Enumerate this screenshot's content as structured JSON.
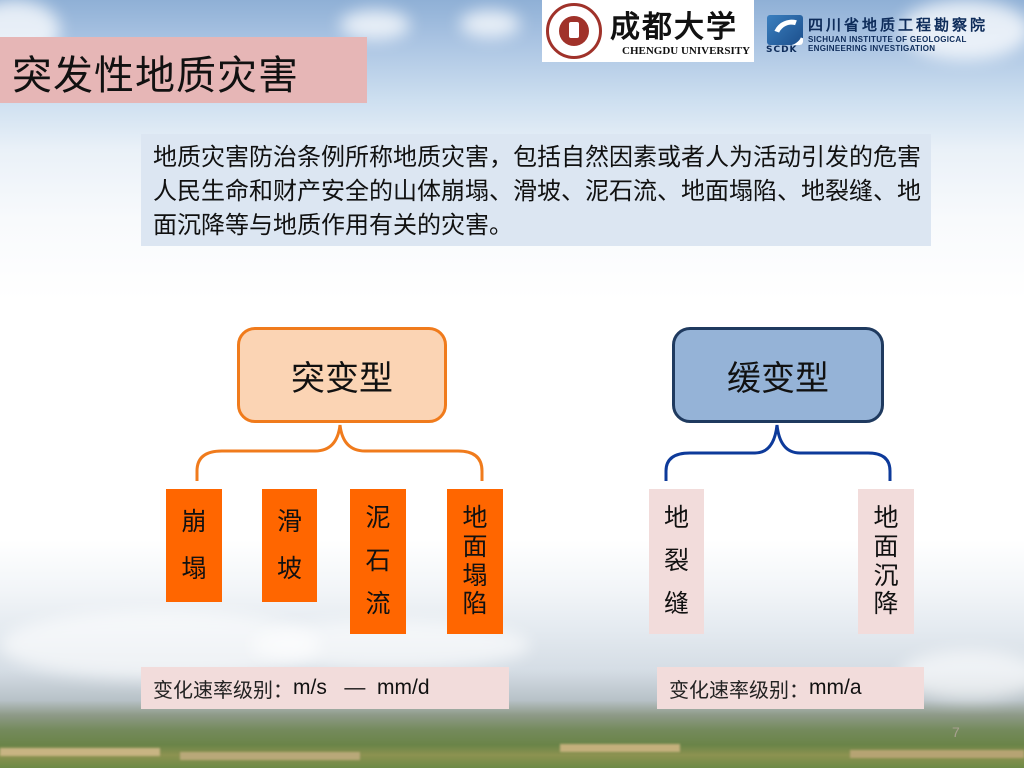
{
  "slide": {
    "title": "突发性地质灾害",
    "page_number": "7"
  },
  "logos": {
    "chengdu_university": {
      "cn": "成都大学",
      "en": "CHENGDU UNIVERSITY"
    },
    "scdk": {
      "cn": "四川省地质工程勘察院",
      "en_line1": "SICHUAN INSTITUTE OF GEOLOGICAL",
      "en_line2": "ENGINEERING INVESTIGATION",
      "abbr": "SCDK"
    }
  },
  "definition": {
    "text": "地质灾害防治条例所称地质灾害，包括自然因素或者人为活动引发的危害人民生命和财产安全的山体崩塌、滑坡、泥石流、地面塌陷、地裂缝、地面沉降等与地质作用有关的灾害。"
  },
  "categories": [
    {
      "label": "突变型",
      "color": "#f07b1c",
      "fill": "#fbd4b4",
      "items": [
        {
          "label": "崩塌",
          "chars": [
            "崩",
            "塌"
          ]
        },
        {
          "label": "滑坡",
          "chars": [
            "滑",
            "坡"
          ]
        },
        {
          "label": "泥石流",
          "chars": [
            "泥",
            "石",
            "流"
          ]
        },
        {
          "label": "地面塌陷",
          "chars": [
            "地",
            "面",
            "塌",
            "陷"
          ]
        }
      ],
      "rate": {
        "label": "变化速率级别：",
        "value": "m/s   —  mm/d"
      }
    },
    {
      "label": "缓变型",
      "color": "#1f3a5f",
      "fill": "#95b3d7",
      "items": [
        {
          "label": "地裂缝",
          "chars": [
            "地",
            "裂",
            "缝"
          ]
        },
        {
          "label": "地面沉降",
          "chars": [
            "地",
            "面",
            "沉",
            "降"
          ]
        }
      ],
      "rate": {
        "label": "变化速率级别：",
        "value": "mm/a"
      }
    }
  ]
}
